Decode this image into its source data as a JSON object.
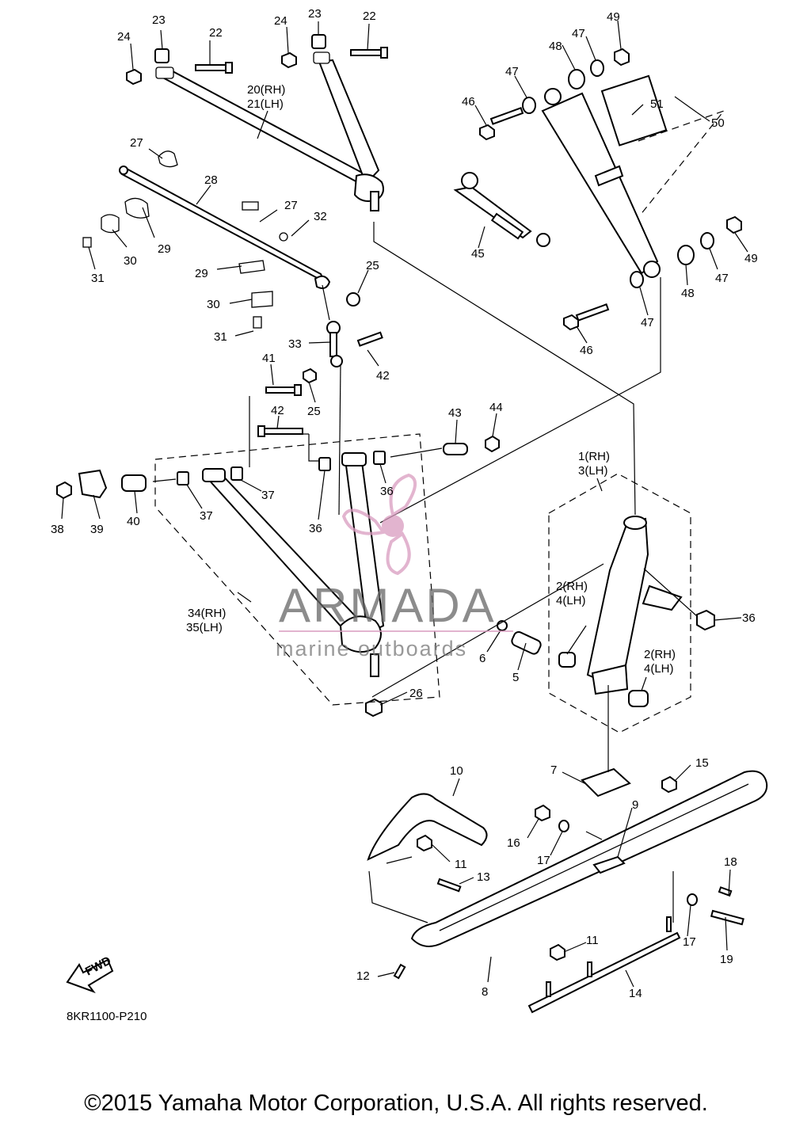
{
  "diagram_code": "8KR1100-P210",
  "copyright": "©2015 Yamaha Motor Corporation, U.S.A. All rights reserved.",
  "fwd_label": "FWD",
  "watermark": {
    "brand": "ARMADA",
    "tagline": "marine outboards"
  },
  "callouts": [
    {
      "id": "c23a",
      "text": "23"
    },
    {
      "id": "c22a",
      "text": "22"
    },
    {
      "id": "c24a",
      "text": "24"
    },
    {
      "id": "c24b",
      "text": "24"
    },
    {
      "id": "c23b",
      "text": "23"
    },
    {
      "id": "c22b",
      "text": "22"
    },
    {
      "id": "c20",
      "text": "20(RH)"
    },
    {
      "id": "c21",
      "text": "21(LH)"
    },
    {
      "id": "c27a",
      "text": "27"
    },
    {
      "id": "c28",
      "text": "28"
    },
    {
      "id": "c27b",
      "text": "27"
    },
    {
      "id": "c32",
      "text": "32"
    },
    {
      "id": "c29a",
      "text": "29"
    },
    {
      "id": "c30a",
      "text": "30"
    },
    {
      "id": "c31a",
      "text": "31"
    },
    {
      "id": "c29b",
      "text": "29"
    },
    {
      "id": "c30b",
      "text": "30"
    },
    {
      "id": "c31b",
      "text": "31"
    },
    {
      "id": "c25a",
      "text": "25"
    },
    {
      "id": "c33",
      "text": "33"
    },
    {
      "id": "c42a",
      "text": "42"
    },
    {
      "id": "c41",
      "text": "41"
    },
    {
      "id": "c25b",
      "text": "25"
    },
    {
      "id": "c42b",
      "text": "42"
    },
    {
      "id": "c43",
      "text": "43"
    },
    {
      "id": "c44",
      "text": "44"
    },
    {
      "id": "c38",
      "text": "38"
    },
    {
      "id": "c39",
      "text": "39"
    },
    {
      "id": "c40",
      "text": "40"
    },
    {
      "id": "c37a",
      "text": "37"
    },
    {
      "id": "c37b",
      "text": "37"
    },
    {
      "id": "c36a",
      "text": "36"
    },
    {
      "id": "c36b",
      "text": "36"
    },
    {
      "id": "c34",
      "text": "34(RH)"
    },
    {
      "id": "c35",
      "text": "35(LH)"
    },
    {
      "id": "c26",
      "text": "26"
    },
    {
      "id": "c49a",
      "text": "49"
    },
    {
      "id": "c47a",
      "text": "47"
    },
    {
      "id": "c48a",
      "text": "48"
    },
    {
      "id": "c47b",
      "text": "47"
    },
    {
      "id": "c46a",
      "text": "46"
    },
    {
      "id": "c51",
      "text": "51"
    },
    {
      "id": "c50",
      "text": "50"
    },
    {
      "id": "c45",
      "text": "45"
    },
    {
      "id": "c49b",
      "text": "49"
    },
    {
      "id": "c47c",
      "text": "47"
    },
    {
      "id": "c48b",
      "text": "48"
    },
    {
      "id": "c47d",
      "text": "47"
    },
    {
      "id": "c46b",
      "text": "46"
    },
    {
      "id": "c1",
      "text": "1(RH)"
    },
    {
      "id": "c3",
      "text": "3(LH)"
    },
    {
      "id": "c2a",
      "text": "2(RH)"
    },
    {
      "id": "c4a",
      "text": "4(LH)"
    },
    {
      "id": "c36c",
      "text": "36"
    },
    {
      "id": "c2b",
      "text": "2(RH)"
    },
    {
      "id": "c4b",
      "text": "4(LH)"
    },
    {
      "id": "c6",
      "text": "6"
    },
    {
      "id": "c5",
      "text": "5"
    },
    {
      "id": "c10",
      "text": "10"
    },
    {
      "id": "c7",
      "text": "7"
    },
    {
      "id": "c15",
      "text": "15"
    },
    {
      "id": "c9",
      "text": "9"
    },
    {
      "id": "c16",
      "text": "16"
    },
    {
      "id": "c17a",
      "text": "17"
    },
    {
      "id": "c11a",
      "text": "11"
    },
    {
      "id": "c13",
      "text": "13"
    },
    {
      "id": "c18",
      "text": "18"
    },
    {
      "id": "c17b",
      "text": "17"
    },
    {
      "id": "c19",
      "text": "19"
    },
    {
      "id": "c11b",
      "text": "11"
    },
    {
      "id": "c12",
      "text": "12"
    },
    {
      "id": "c8",
      "text": "8"
    },
    {
      "id": "c14",
      "text": "14"
    }
  ]
}
